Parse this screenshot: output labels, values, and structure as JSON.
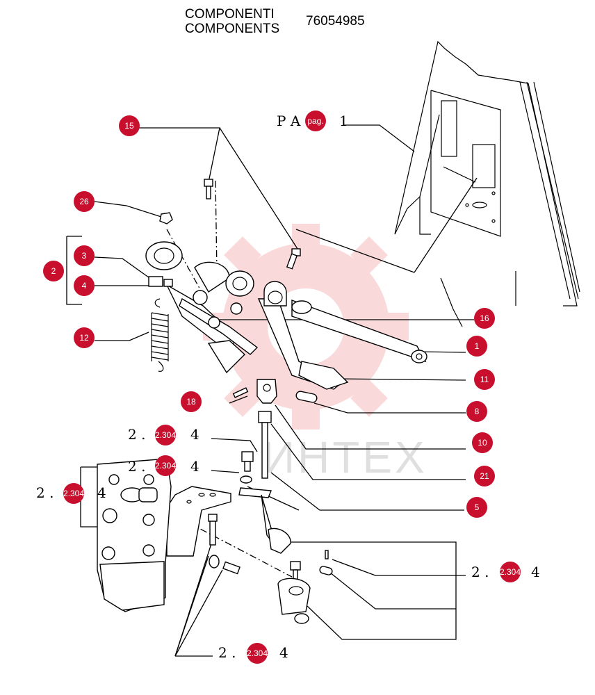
{
  "header": {
    "title_it": "COMPONENTI",
    "title_en": "COMPONENTS",
    "code": "76054985"
  },
  "watermark": {
    "text": "ИНТЕХ",
    "color": "#e8333c"
  },
  "colors": {
    "badge": "#c8102e",
    "line": "#000000",
    "background": "#ffffff"
  },
  "page_ref": {
    "prefix": "P A",
    "badge": "pag.",
    "suffix": "1"
  },
  "callouts": [
    {
      "label": "15"
    },
    {
      "label": "26"
    },
    {
      "label": "3"
    },
    {
      "label": "2"
    },
    {
      "label": "4"
    },
    {
      "label": "12"
    },
    {
      "label": "16"
    },
    {
      "label": "1"
    },
    {
      "label": "11"
    },
    {
      "label": "18"
    },
    {
      "label": "8"
    },
    {
      "label": "10"
    },
    {
      "label": "21"
    },
    {
      "label": "5"
    }
  ],
  "refs": [
    {
      "prefix": "2 .",
      "badge": "2.304",
      "suffix": "4"
    },
    {
      "prefix": "2 .",
      "badge": "2.304",
      "suffix": "4"
    },
    {
      "prefix": "2 .",
      "badge": "2.304",
      "suffix": "4"
    },
    {
      "prefix": "2 .",
      "badge": "2.304",
      "suffix": "4"
    },
    {
      "prefix": "2 .",
      "badge": "2.304",
      "suffix": "4"
    }
  ]
}
